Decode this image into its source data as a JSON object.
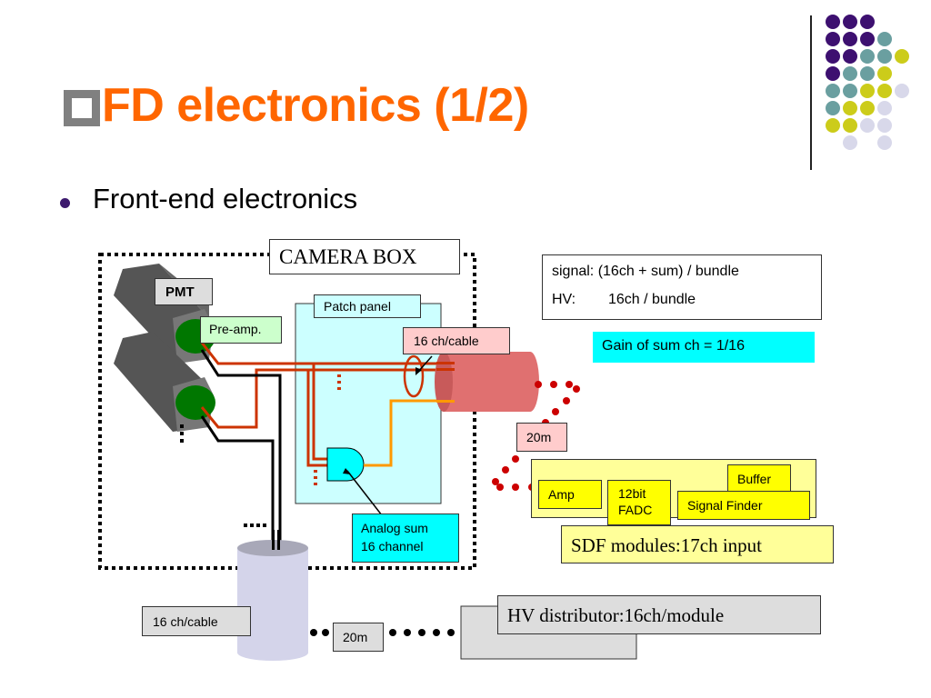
{
  "slide": {
    "title": "FD electronics (1/2)",
    "bullet": "Front-end electronics",
    "colors": {
      "title": "#ff6600",
      "title_square": "#808080",
      "bullet": "#3d1a6e"
    }
  },
  "decoration": {
    "dot_colors": {
      "p": "#3d1070",
      "t": "#6a9fa0",
      "y": "#cccc1a",
      "l": "#d8d8ea"
    },
    "dot_grid": [
      [
        "p",
        "p",
        "p",
        "",
        ""
      ],
      [
        "p",
        "p",
        "p",
        "t",
        ""
      ],
      [
        "p",
        "p",
        "t",
        "t",
        "y"
      ],
      [
        "p",
        "t",
        "t",
        "y",
        ""
      ],
      [
        "t",
        "t",
        "y",
        "y",
        "l"
      ],
      [
        "t",
        "y",
        "y",
        "l",
        ""
      ],
      [
        "y",
        "y",
        "l",
        "l",
        ""
      ],
      [
        "",
        "l",
        "",
        "l",
        ""
      ]
    ]
  },
  "diagram": {
    "camera_box_label": "CAMERA BOX",
    "pmt_label": "PMT",
    "preamp_label": "Pre-amp.",
    "patch_panel_label": "Patch panel",
    "cable_label_top": "16 ch/cable",
    "cable_label_bottom": "16 ch/cable",
    "analog_sum_line1": "Analog sum",
    "analog_sum_line2": "16 channel",
    "bundle_info_line1": "signal: (16ch + sum) / bundle",
    "bundle_info_line2": "HV:     16ch / bundle",
    "gain_note": "Gain of sum ch = 1/16",
    "signal_cable_length": "20m",
    "hv_cable_length": "20m",
    "sdf": {
      "amp": "Amp",
      "fadc_line1": "12bit",
      "fadc_line2": "FADC",
      "buffer": "Buffer",
      "signal_finder": "Signal Finder",
      "caption": "SDF modules:17ch input"
    },
    "hv_distributor": "HV distributor:16ch/module",
    "colors": {
      "patch_panel_fill": "#ccffff",
      "cyan": "#00ffff",
      "pink_label": "#ffcccc",
      "cable_pink": "#e07070",
      "signal_wire": "#cc3300",
      "sum_wire": "#ff9900",
      "preamp_green": "#007700",
      "sdf_light": "#ffff99",
      "sdf_yellow": "#ffff00",
      "hv_gray": "#dddddd",
      "pmt_label_gray": "#dddddd",
      "dots_red": "#cc0000"
    }
  }
}
